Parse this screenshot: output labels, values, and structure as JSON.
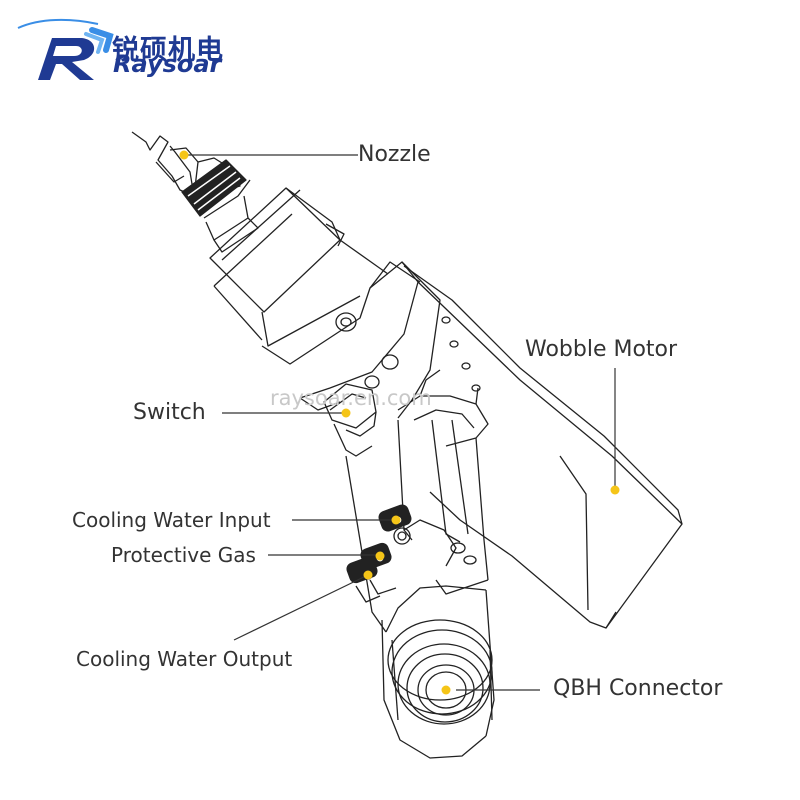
{
  "brand": {
    "name_cn": "锐硕机电",
    "name_en": "Raysoar",
    "primary_color": "#1f3a93",
    "accent_color": "#3a8ee6",
    "logo_icon": "raysoar-logo-icon"
  },
  "watermark": "raysoar.en.com",
  "marker_color": "#f5c518",
  "labels": {
    "nozzle": "Nozzle",
    "wobble_motor": "Wobble Motor",
    "switch": "Switch",
    "cooling_water_input": "Cooling Water Input",
    "protective_gas": "Protective Gas",
    "cooling_water_output": "Cooling Water Output",
    "qbh_connector": "QBH Connector"
  }
}
